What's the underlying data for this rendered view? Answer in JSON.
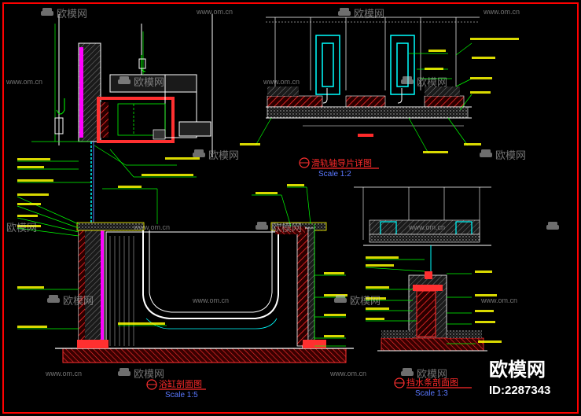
{
  "watermarks": {
    "brand_text": "欧模网",
    "site_text": "www.om.cn"
  },
  "brand_badge": {
    "name": "欧模网",
    "id_label": "ID:2287343"
  },
  "details": [
    {
      "label": "滑轨轴导片详图",
      "scale": "Scale 1:2"
    },
    {
      "label": "浴缸剖面图",
      "scale": "Scale 1:5"
    },
    {
      "label": "挡水条剖面图",
      "scale": "Scale 1:3"
    }
  ],
  "colors": {
    "background": "#000000",
    "frame": "#ff0000",
    "line_green": "#00ff00",
    "line_cyan": "#00ffff",
    "line_magenta": "#ff00ff",
    "line_yellow": "#ffff00",
    "line_white": "#ffffff",
    "hatch_red": "#ff2020",
    "label_yellow": "#ffff00",
    "scale_blue": "#5a78ff"
  },
  "icons": {
    "detail_marker": "detail-marker-icon",
    "watermark_logo": "sofa-logo-icon"
  }
}
